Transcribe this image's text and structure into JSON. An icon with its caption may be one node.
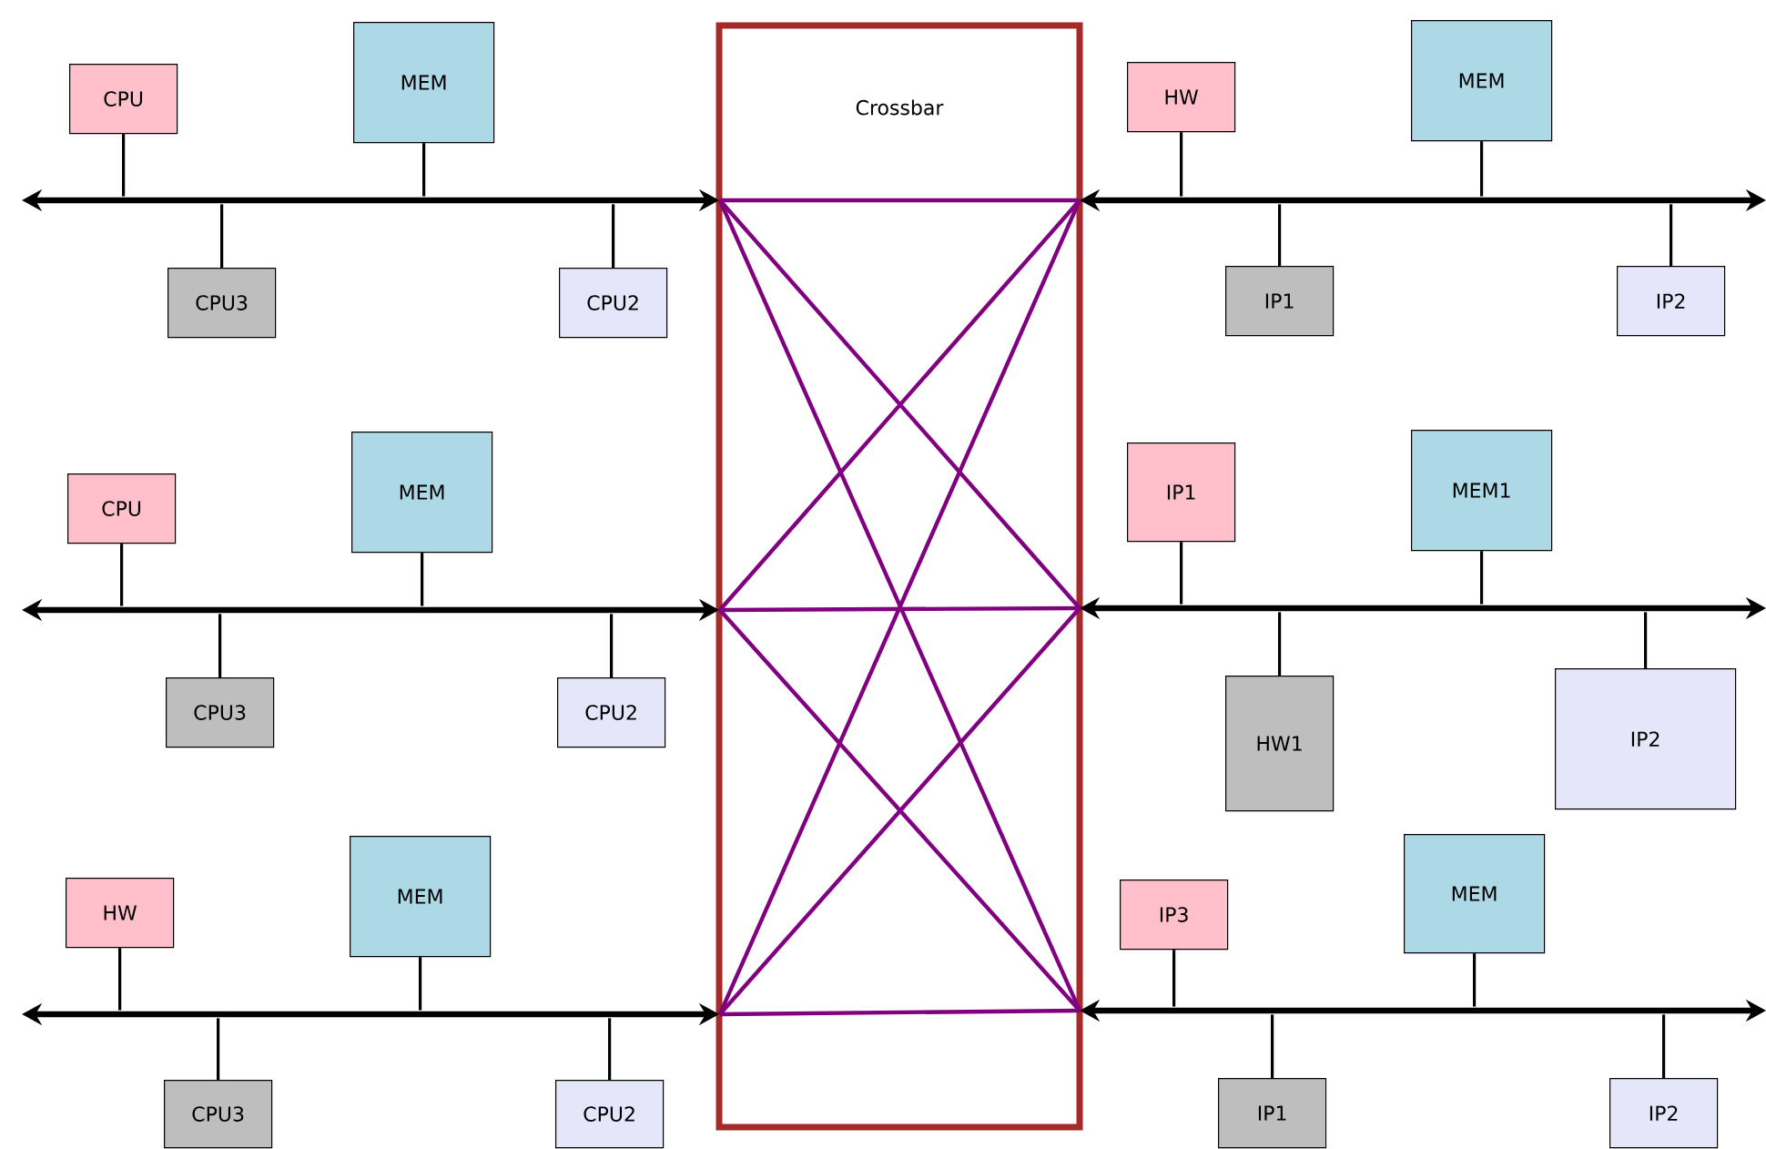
{
  "diagram": {
    "nodes": [
      {
        "text": [
          "CPU"
        ]
      },
      {
        "text": [
          "MEM"
        ]
      },
      {
        "text": [
          "HW"
        ]
      },
      {
        "text": [
          "MEM"
        ]
      },
      {
        "text": [],
        "shape": "bar"
      },
      {
        "text": [],
        "shape": "bar"
      },
      {
        "text": [
          "CPU3"
        ]
      },
      {
        "text": [
          "CPU2"
        ]
      },
      {
        "text": [
          "IP1"
        ]
      },
      {
        "text": [
          "IP2"
        ]
      },
      {
        "text": [
          "CPU"
        ]
      },
      {
        "text": [
          "MEM"
        ]
      },
      {
        "text": [
          "IP1"
        ]
      },
      {
        "text": [
          "MEM1"
        ]
      },
      {
        "text": [],
        "shape": "bar"
      },
      {
        "text": [],
        "shape": "bar"
      },
      {
        "text": [
          "CPU3"
        ]
      },
      {
        "text": [
          "CPU2"
        ]
      },
      {
        "text": [
          "HW1"
        ]
      },
      {
        "text": [
          "IP2"
        ]
      },
      {
        "text": [
          "HW"
        ]
      },
      {
        "text": [
          "MEM"
        ]
      },
      {
        "text": [
          "IP3"
        ]
      },
      {
        "text": [
          "MEM"
        ]
      },
      {
        "text": [],
        "shape": "bar"
      },
      {
        "text": [],
        "shape": "bar"
      },
      {
        "text": [
          "CPU3"
        ]
      },
      {
        "text": [
          "CPU2"
        ]
      },
      {
        "text": [
          "IP1"
        ]
      },
      {
        "text": [
          "IP2"
        ]
      }
    ],
    "edges": [
      {
        "from": 0,
        "to": 4,
        "arrow": "none"
      },
      {
        "from": 1,
        "to": 4,
        "arrow": "none"
      },
      {
        "from": 6,
        "to": 4,
        "arrow": "none"
      },
      {
        "from": 7,
        "to": 4,
        "arrow": "none"
      },
      {
        "from": 2,
        "to": 5,
        "arrow": "none"
      },
      {
        "from": 3,
        "to": 5,
        "arrow": "none"
      },
      {
        "from": 8,
        "to": 5,
        "arrow": "none"
      },
      {
        "from": 9,
        "to": 5,
        "arrow": "none"
      },
      {
        "from": 10,
        "to": 14,
        "arrow": "none"
      },
      {
        "from": 11,
        "to": 14,
        "arrow": "none"
      },
      {
        "from": 16,
        "to": 14,
        "arrow": "none"
      },
      {
        "from": 17,
        "to": 14,
        "arrow": "none"
      },
      {
        "from": 12,
        "to": 15,
        "arrow": "none"
      },
      {
        "from": 13,
        "to": 15,
        "arrow": "none"
      },
      {
        "from": 18,
        "to": 15,
        "arrow": "none"
      },
      {
        "from": 19,
        "to": 15,
        "arrow": "none"
      },
      {
        "from": 20,
        "to": 24,
        "arrow": "none"
      },
      {
        "from": 21,
        "to": 24,
        "arrow": "none"
      },
      {
        "from": 26,
        "to": 24,
        "arrow": "none"
      },
      {
        "from": 27,
        "to": 24,
        "arrow": "none"
      },
      {
        "from": 22,
        "to": 25,
        "arrow": "none"
      },
      {
        "from": 23,
        "to": 25,
        "arrow": "none"
      },
      {
        "from": 28,
        "to": 25,
        "arrow": "none"
      },
      {
        "from": 29,
        "to": 25,
        "arrow": "none"
      },
      {
        "from": 4,
        "to": 5,
        "arrow": "none",
        "color": "#800080"
      },
      {
        "from": 4,
        "to": 15,
        "arrow": "none",
        "color": "#800080"
      },
      {
        "from": 4,
        "to": 25,
        "arrow": "none",
        "color": "#800080"
      },
      {
        "from": 14,
        "to": 5,
        "arrow": "none",
        "color": "#800080"
      },
      {
        "from": 14,
        "to": 15,
        "arrow": "none",
        "color": "#800080"
      },
      {
        "from": 14,
        "to": 25,
        "arrow": "none",
        "color": "#800080"
      },
      {
        "from": 24,
        "to": 5,
        "arrow": "none",
        "color": "#800080"
      },
      {
        "from": 24,
        "to": 15,
        "arrow": "none",
        "color": "#800080"
      },
      {
        "from": 24,
        "to": 25,
        "arrow": "none",
        "color": "#800080"
      }
    ],
    "labels": [
      "Crossbar"
    ]
  }
}
